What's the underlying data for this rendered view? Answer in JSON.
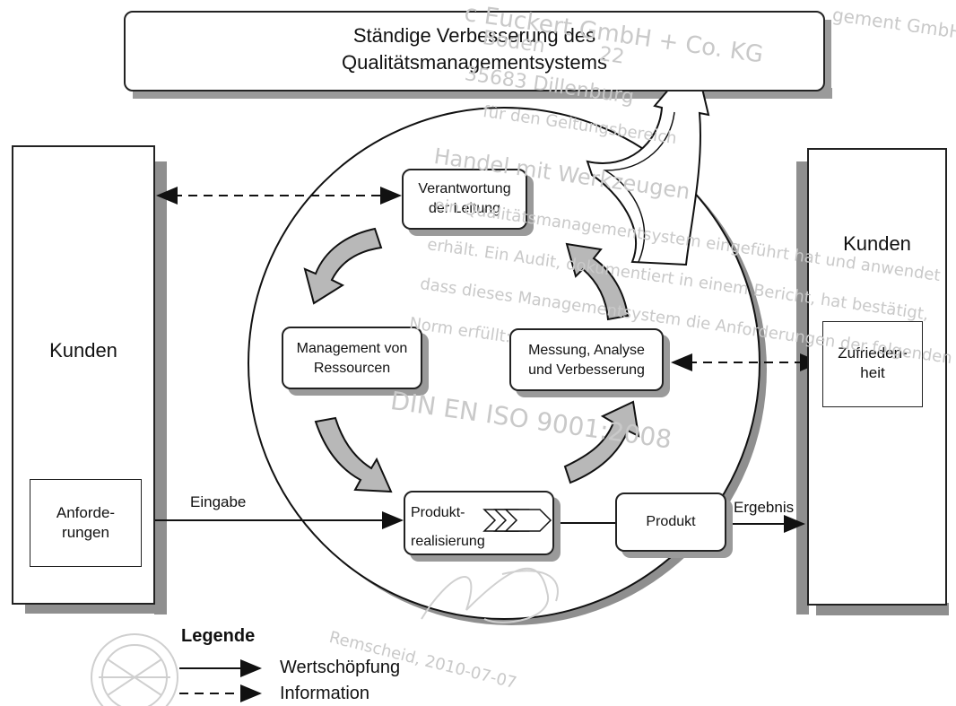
{
  "top_box": {
    "line1": "Ständige Verbesserung des",
    "line2": "Qualitätsmanagementsystems"
  },
  "left_customer": {
    "title": "Kunden",
    "requirements_line1": "Anforde-",
    "requirements_line2": "rungen"
  },
  "right_customer": {
    "title": "Kunden",
    "satisfaction_line1": "Zufrieden-",
    "satisfaction_line2": "heit"
  },
  "cycle": {
    "responsibility_line1": "Verantwortung",
    "responsibility_line2": "der Leitung",
    "resources_line1": "Management von",
    "resources_line2": "Ressourcen",
    "measurement_line1": "Messung, Analyse",
    "measurement_line2": "und Verbesserung",
    "realization_line1": "Produkt-",
    "realization_line2": "realisierung"
  },
  "flow": {
    "input_label": "Eingabe",
    "product_label": "Produkt",
    "output_label": "Ergebnis"
  },
  "legend": {
    "title": "Legende",
    "value_added": "Wertschöpfung",
    "information": "Information"
  },
  "watermark": {
    "w1": "c Euckert GmbH + Co. KG",
    "w2": "Boden",
    "w3": "22",
    "w4": "35683 Dillenburg",
    "w5": "für den Geltungsbereich",
    "w6": "Handel mit Werkzeugen",
    "w7": "ein Qualitätsmanagementsystem eingeführt hat und anwendet",
    "w8": "erhält. Ein Audit, dokumentiert in einem Bericht, hat bestätigt,",
    "w9": "dass dieses Managementsystem die Anforderungen der folgenden",
    "w10": "Norm erfüllt:",
    "w11": "DIN EN ISO 9001:2008",
    "w12": "Remscheid, 2010-07-07",
    "w13": "gement GmbH"
  },
  "colors": {
    "line": "#111111",
    "shadow": "#9a9a9a",
    "watermark": "#c9c9c9",
    "arrow_fill": "#b8b8b8"
  }
}
